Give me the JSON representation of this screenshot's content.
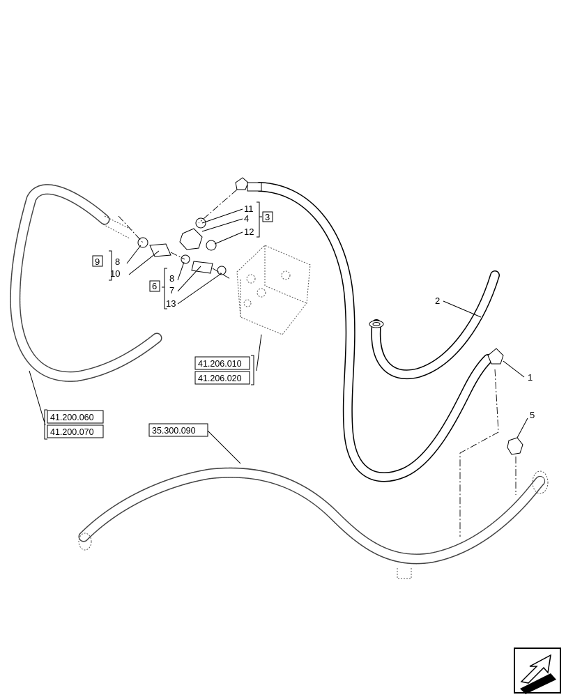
{
  "callouts": {
    "c1": "1",
    "c2": "2",
    "c3": "3",
    "c4": "4",
    "c5": "5",
    "c6": "6",
    "c7": "7",
    "c8a": "8",
    "c8b": "8",
    "c9": "9",
    "c10": "10",
    "c11": "11",
    "c12": "12",
    "c13": "13"
  },
  "references": {
    "r1": "41.206.010",
    "r2": "41.206.020",
    "r3": "41.200.060",
    "r4": "41.200.070",
    "r5": "35.300.090"
  },
  "navigation": {
    "icon": "previous-page-arrow-icon"
  }
}
